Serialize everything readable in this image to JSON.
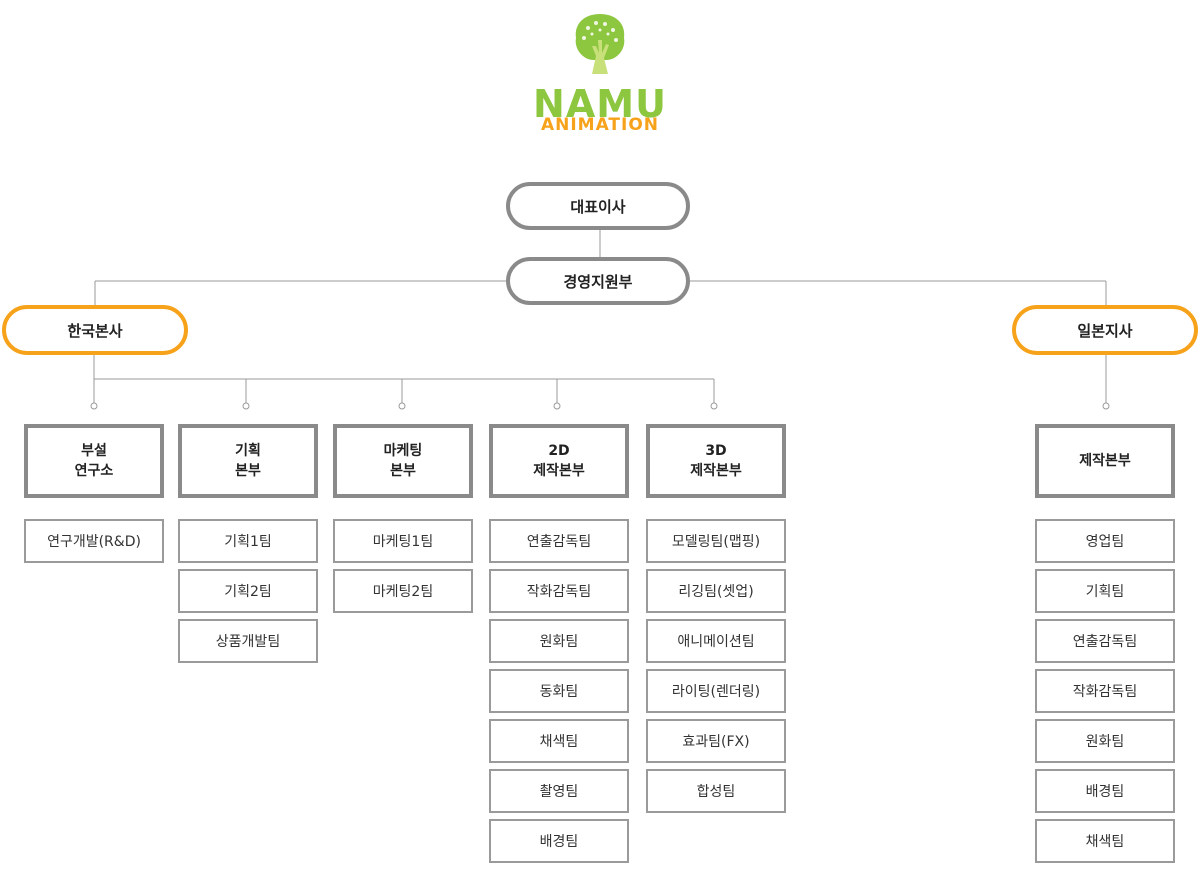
{
  "logo": {
    "name": "NAMU",
    "sub": "ANIMATION",
    "colors": {
      "green": "#8dc63f",
      "orange": "#f7a21b"
    }
  },
  "ceo": "대표이사",
  "management": "경영지원부",
  "branches": {
    "korea": "한국본사",
    "japan": "일본지사"
  },
  "departments": [
    {
      "name": "부설\n연구소",
      "teams": [
        "연구개발(R&D)"
      ]
    },
    {
      "name": "기획\n본부",
      "teams": [
        "기획1팀",
        "기획2팀",
        "상품개발팀"
      ]
    },
    {
      "name": "마케팅\n본부",
      "teams": [
        "마케팅1팀",
        "마케팅2팀"
      ]
    },
    {
      "name": "2D\n제작본부",
      "teams": [
        "연출감독팀",
        "작화감독팀",
        "원화팀",
        "동화팀",
        "채색팀",
        "촬영팀",
        "배경팀"
      ]
    },
    {
      "name": "3D\n제작본부",
      "teams": [
        "모델링팀(맵핑)",
        "리깅팀(셋업)",
        "애니메이션팀",
        "라이팅(렌더링)",
        "효과팀(FX)",
        "합성팀"
      ]
    },
    {
      "name": "제작본부",
      "teams": [
        "영업팀",
        "기획팀",
        "연출감독팀",
        "작화감독팀",
        "원화팀",
        "배경팀",
        "채색팀"
      ]
    }
  ]
}
